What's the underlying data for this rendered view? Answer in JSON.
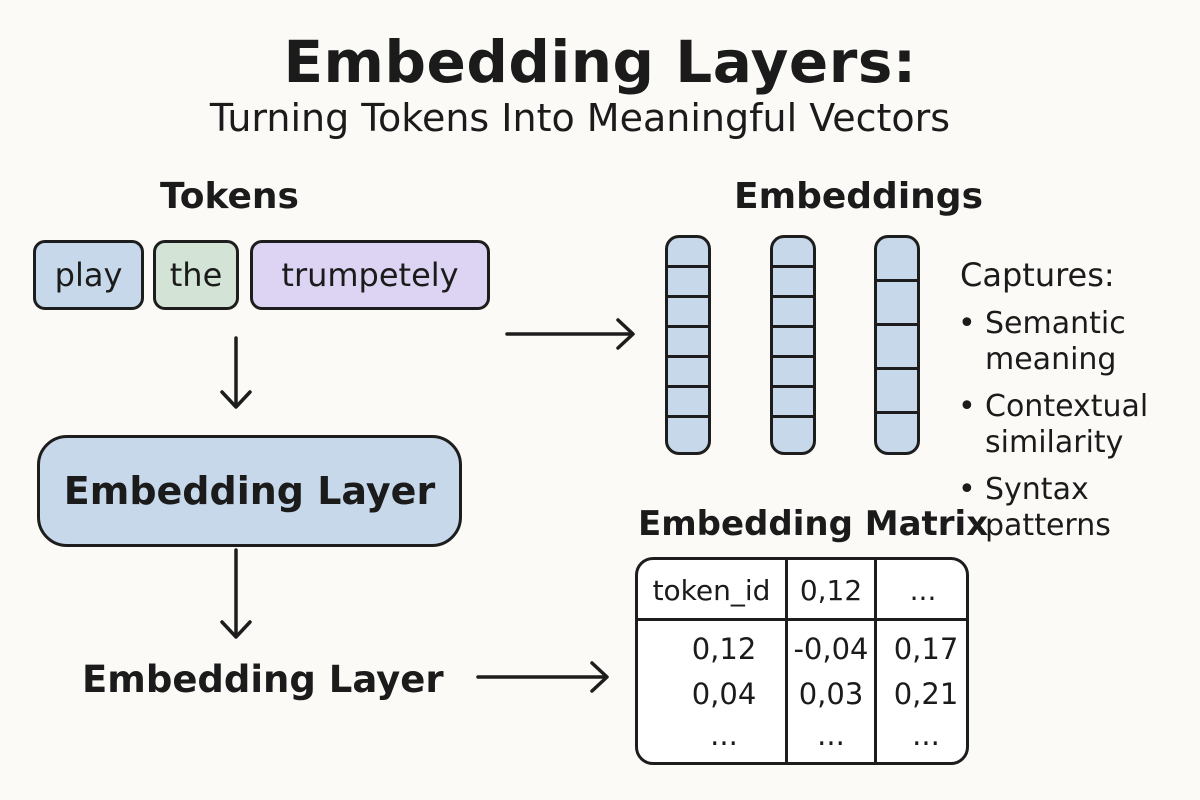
{
  "title": "Embedding Layers:",
  "subtitle": "Turning Tokens Into Meaningful Vectors",
  "tokens_heading": "Tokens",
  "tokens": [
    {
      "text": "play",
      "color": "#c6d8ea"
    },
    {
      "text": "the",
      "color": "#d3e3d5"
    },
    {
      "text": "trumpetely",
      "color": "#dcd4f2"
    }
  ],
  "embedding_layer_box": "Embedding Layer",
  "embedding_layer_label": "Embedding Layer",
  "embeddings_heading": "Embeddings",
  "captures": {
    "title": "Captures:",
    "items": [
      {
        "bullet": "•",
        "lines": [
          "Semantic",
          "meaning"
        ]
      },
      {
        "bullet": "•",
        "lines": [
          "Contextual",
          "similarity"
        ]
      },
      {
        "bullet": "•",
        "lines": [
          "Syntax",
          "patterns"
        ]
      }
    ]
  },
  "matrix": {
    "title": "Embedding Matrix",
    "headers": [
      "token_id",
      "0,12",
      "..."
    ],
    "rows": [
      [
        "0,12",
        "-0,04",
        "0,17"
      ],
      [
        "0,04",
        "0,03",
        "0,21"
      ],
      [
        "...",
        "...",
        "..."
      ]
    ]
  },
  "colors": {
    "vector_fill": "#c6d8ea",
    "layer_fill": "#c6d8ea",
    "stroke": "#1d1d1d"
  }
}
